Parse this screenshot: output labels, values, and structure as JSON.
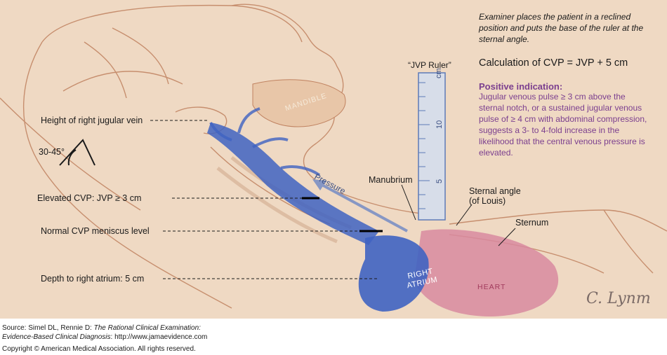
{
  "labels": {
    "height_jugular": "Height of right jugular vein",
    "angle": "30-45°",
    "elevated_cvp": "Elevated CVP: JVP ≥ 3 cm",
    "normal_cvp": "Normal CVP meniscus level",
    "depth_atrium": "Depth to right atrium: 5 cm",
    "mandible": "MANDIBLE",
    "pressure": "Pressure",
    "manubrium": "Manubrium",
    "sternal_angle_1": "Sternal angle",
    "sternal_angle_2": "(of Louis)",
    "sternum": "Sternum",
    "right_atrium_1": "RIGHT",
    "right_atrium_2": "ATRIUM",
    "heart": "HEART"
  },
  "ruler": {
    "title": "“JVP Ruler”",
    "unit": "cm",
    "tick_labels": [
      "10",
      "5"
    ]
  },
  "notes": {
    "instruction": "Examiner places the patient in a reclined position and puts the base of the ruler at the sternal angle.",
    "calculation": "Calculation of CVP = JVP + 5 cm",
    "positive_title": "Positive indication:",
    "positive_text": "Jugular venous pulse ≥ 3 cm above the sternal notch, or a sustained jugular venous pulse of ≥ 4 cm with abdominal compression, suggests a 3- to 4-fold increase in the likelihood that the central venous pressure is elevated."
  },
  "signature": "C. Lynm",
  "footer": {
    "source_prefix": "Source: Simel DL, Rennie D: ",
    "source_title_1": "The Rational Clinical Examination:",
    "source_title_2": "Evidence-Based Clinical Diagnosis",
    "source_suffix": ": http://www.jamaevidence.com",
    "copyright": "Copyright © American Medical Association. All rights reserved."
  },
  "colors": {
    "background": "#efd9c3",
    "vein": "#3f63c2",
    "highlight_text": "#7b3f8f",
    "heart": "#d88aa0",
    "outline": "#b7734f"
  }
}
